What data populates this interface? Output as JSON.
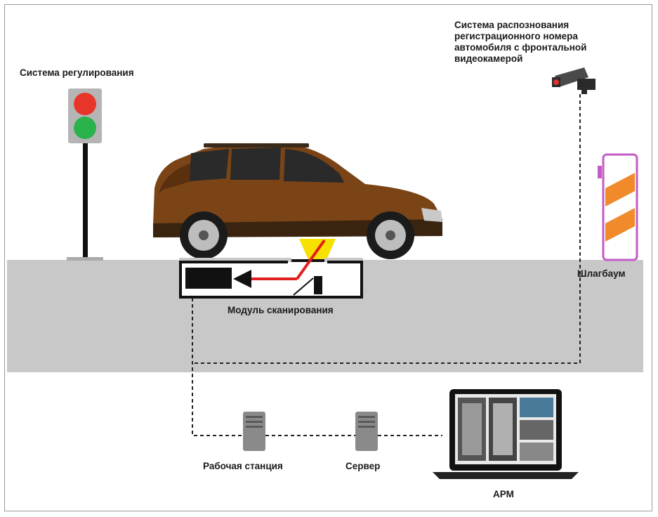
{
  "labels": {
    "traffic_light": "Система регулирования",
    "camera": "Система распознования\nрегистрационного номера\nавтомобиля с фронтальной\nвидеокамерой",
    "barrier": "Шлагбаум",
    "scanner": "Модуль сканирования",
    "workstation": "Рабочая станция",
    "server": "Сервер",
    "arm": "АРМ"
  },
  "colors": {
    "road": "#c8c8c8",
    "car_body": "#7a4416",
    "signal_red": "#e8352a",
    "signal_green": "#2bb34b",
    "barrier_frame": "#c45bc4",
    "barrier_stripe": "#f08a2a",
    "laser": "#e31e1e",
    "beam": "#f7e100"
  }
}
